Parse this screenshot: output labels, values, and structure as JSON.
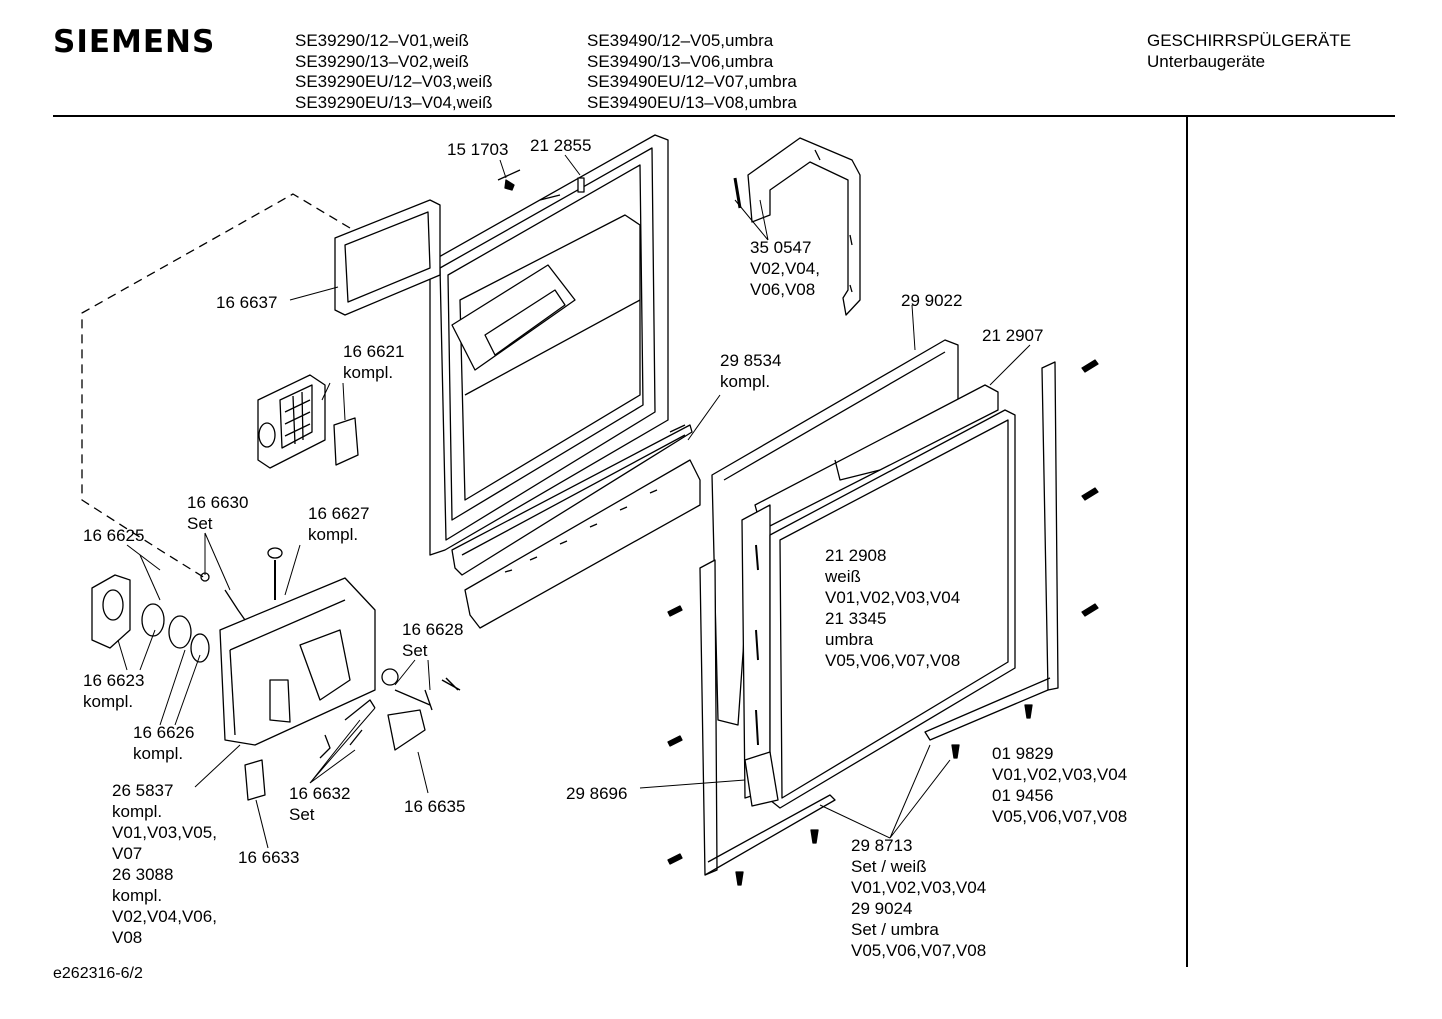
{
  "header": {
    "brand": "SIEMENS",
    "models_left": [
      "SE39290/12–V01,weiß",
      "SE39290/13–V02,weiß",
      "SE39290EU/12–V03,weiß",
      "SE39290EU/13–V04,weiß"
    ],
    "models_right": [
      "SE39490/12–V05,umbra",
      "SE39490/13–V06,umbra",
      "SE39490EU/12–V07,umbra",
      "SE39490EU/13–V08,umbra"
    ],
    "category": "GESCHIRRSPÜLGERÄTE",
    "subcategory": "Unterbaugeräte"
  },
  "parts": {
    "p151703": [
      "15 1703"
    ],
    "p212855": [
      "21 2855"
    ],
    "p350547": [
      "35 0547",
      "V02,V04,",
      "V06,V08"
    ],
    "p166637": [
      "16 6637"
    ],
    "p299022": [
      "29 9022"
    ],
    "p212907": [
      "21 2907"
    ],
    "p166621": [
      "16 6621",
      "kompl."
    ],
    "p298534": [
      "29 8534",
      "kompl."
    ],
    "p166630": [
      "16 6630",
      "Set"
    ],
    "p166627": [
      "16 6627",
      "kompl."
    ],
    "p166625": [
      "16 6625"
    ],
    "p212908": [
      "21 2908",
      "weiß",
      "V01,V02,V03,V04",
      "21 3345",
      "umbra",
      "V05,V06,V07,V08"
    ],
    "p166628": [
      "16 6628",
      "Set"
    ],
    "p166623": [
      "16 6623",
      "kompl."
    ],
    "p166626": [
      "16 6626",
      "kompl."
    ],
    "p019829": [
      "01 9829",
      "V01,V02,V03,V04",
      "01 9456",
      "V05,V06,V07,V08"
    ],
    "p265837": [
      "26 5837",
      "kompl.",
      "V01,V03,V05,",
      "V07",
      "26 3088",
      "kompl.",
      "V02,V04,V06,",
      "V08"
    ],
    "p166632": [
      "16 6632",
      "Set"
    ],
    "p166635": [
      "16 6635"
    ],
    "p298696": [
      "29 8696"
    ],
    "p166633": [
      "16 6633"
    ],
    "p298713": [
      "29 8713",
      "Set / weiß",
      "V01,V02,V03,V04",
      "29 9024",
      "Set / umbra",
      "V05,V06,V07,V08"
    ]
  },
  "footer": {
    "drawing_id": "e262316-6/2"
  }
}
